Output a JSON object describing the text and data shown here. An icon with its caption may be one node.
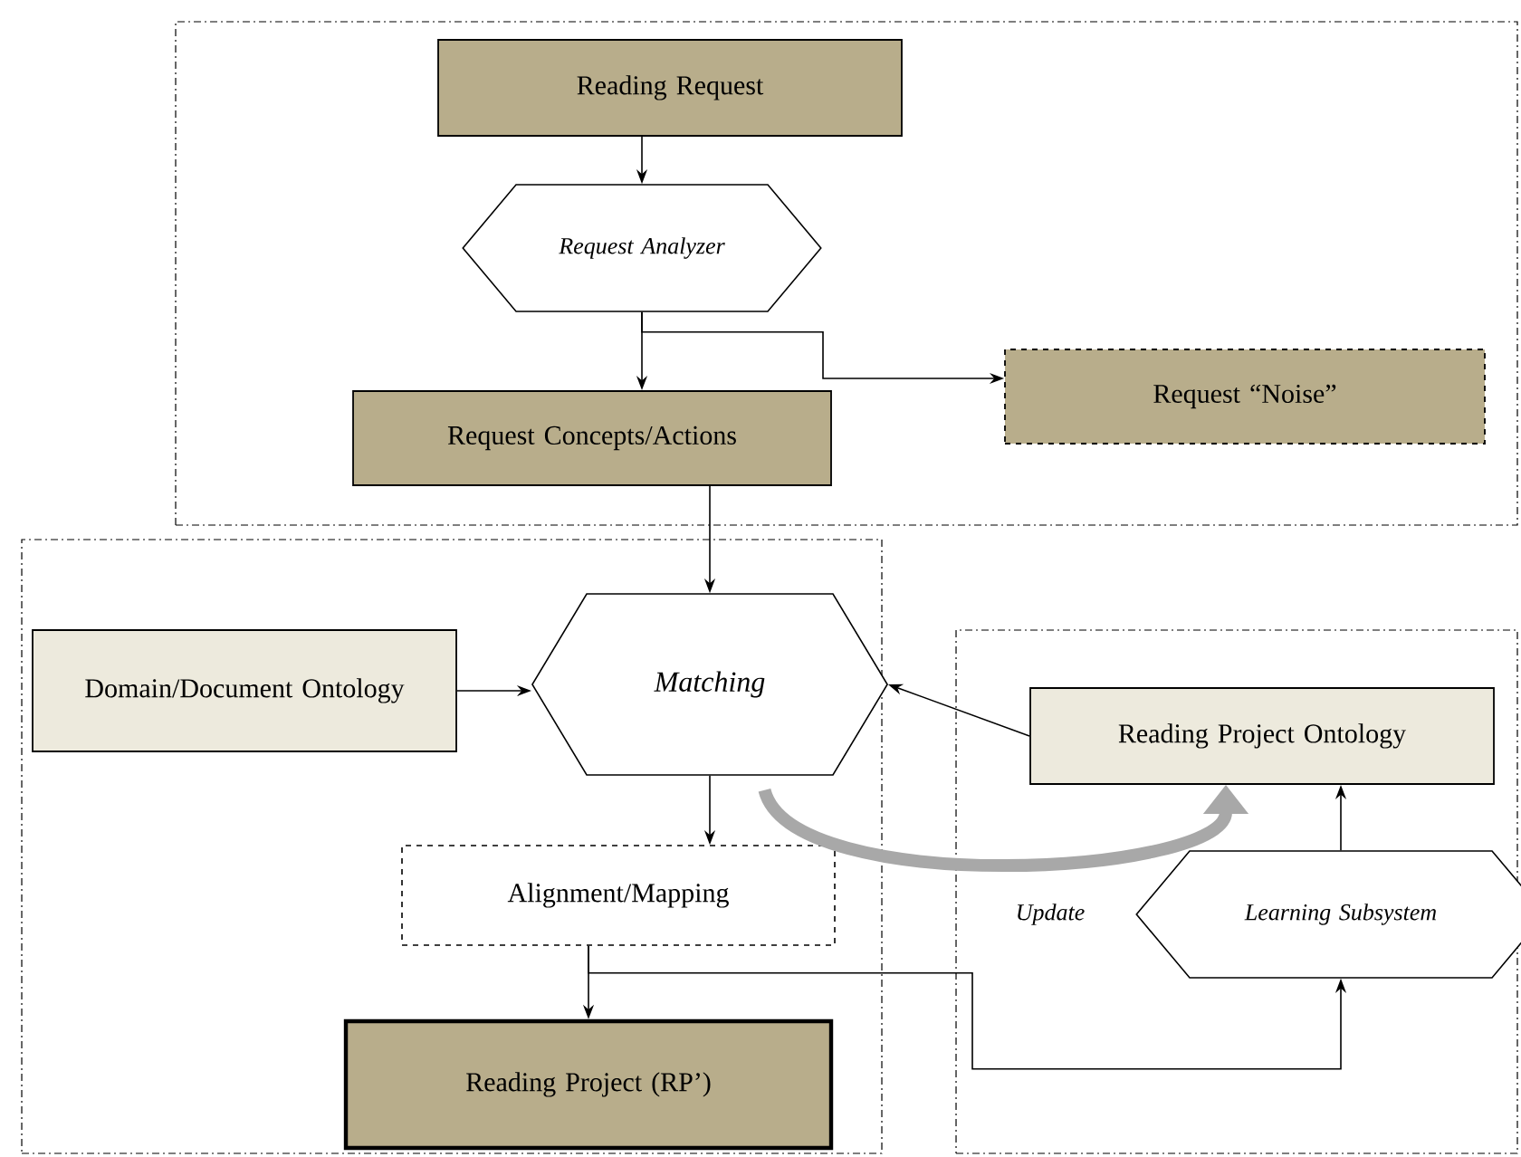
{
  "diagram": {
    "nodes": [
      {
        "text": [],
        "shape": "box"
      },
      {
        "text": [
          "Reading Request"
        ],
        "in": 0
      },
      {
        "text": [
          "Request Analyzer"
        ],
        "in": 0
      },
      {
        "text": [
          "Request “Noise”"
        ],
        "in": 0
      },
      {
        "text": [
          "Request Concepts/Actions"
        ],
        "in": 0
      },
      {
        "text": [],
        "shape": "box"
      },
      {
        "text": [
          "Domain/Document Ontology"
        ],
        "in": 5
      },
      {
        "text": [
          "Matching"
        ],
        "in": 5
      },
      {
        "text": [
          "Alignment/Mapping"
        ],
        "in": 5
      },
      {
        "text": [
          "Reading Project (RP’)"
        ],
        "in": 5
      },
      {
        "text": [],
        "shape": "box"
      },
      {
        "text": [
          "Reading Project Ontology"
        ],
        "in": 10
      },
      {
        "text": [
          "Learning Subsystem"
        ],
        "in": 10
      }
    ],
    "edges": [
      {
        "from": 1,
        "to": 2,
        "arrow": "to"
      },
      {
        "from": 2,
        "to": 4,
        "arrow": "to"
      },
      {
        "from": 2,
        "to": 3,
        "arrow": "to"
      },
      {
        "from": 4,
        "to": 7,
        "arrow": "to"
      },
      {
        "from": 6,
        "to": 7,
        "arrow": "to"
      },
      {
        "from": 11,
        "to": 7,
        "arrow": "to"
      },
      {
        "from": 7,
        "to": 8,
        "arrow": "to"
      },
      {
        "from": 8,
        "to": 9,
        "arrow": "to"
      },
      {
        "from": 8,
        "to": 12,
        "arrow": "to"
      },
      {
        "from": 12,
        "to": 11,
        "arrow": "to"
      },
      {
        "from": 7,
        "to": 11,
        "arrow": "to",
        "label": "Update",
        "style": "thick",
        "color": "#a8a8a8"
      }
    ]
  }
}
